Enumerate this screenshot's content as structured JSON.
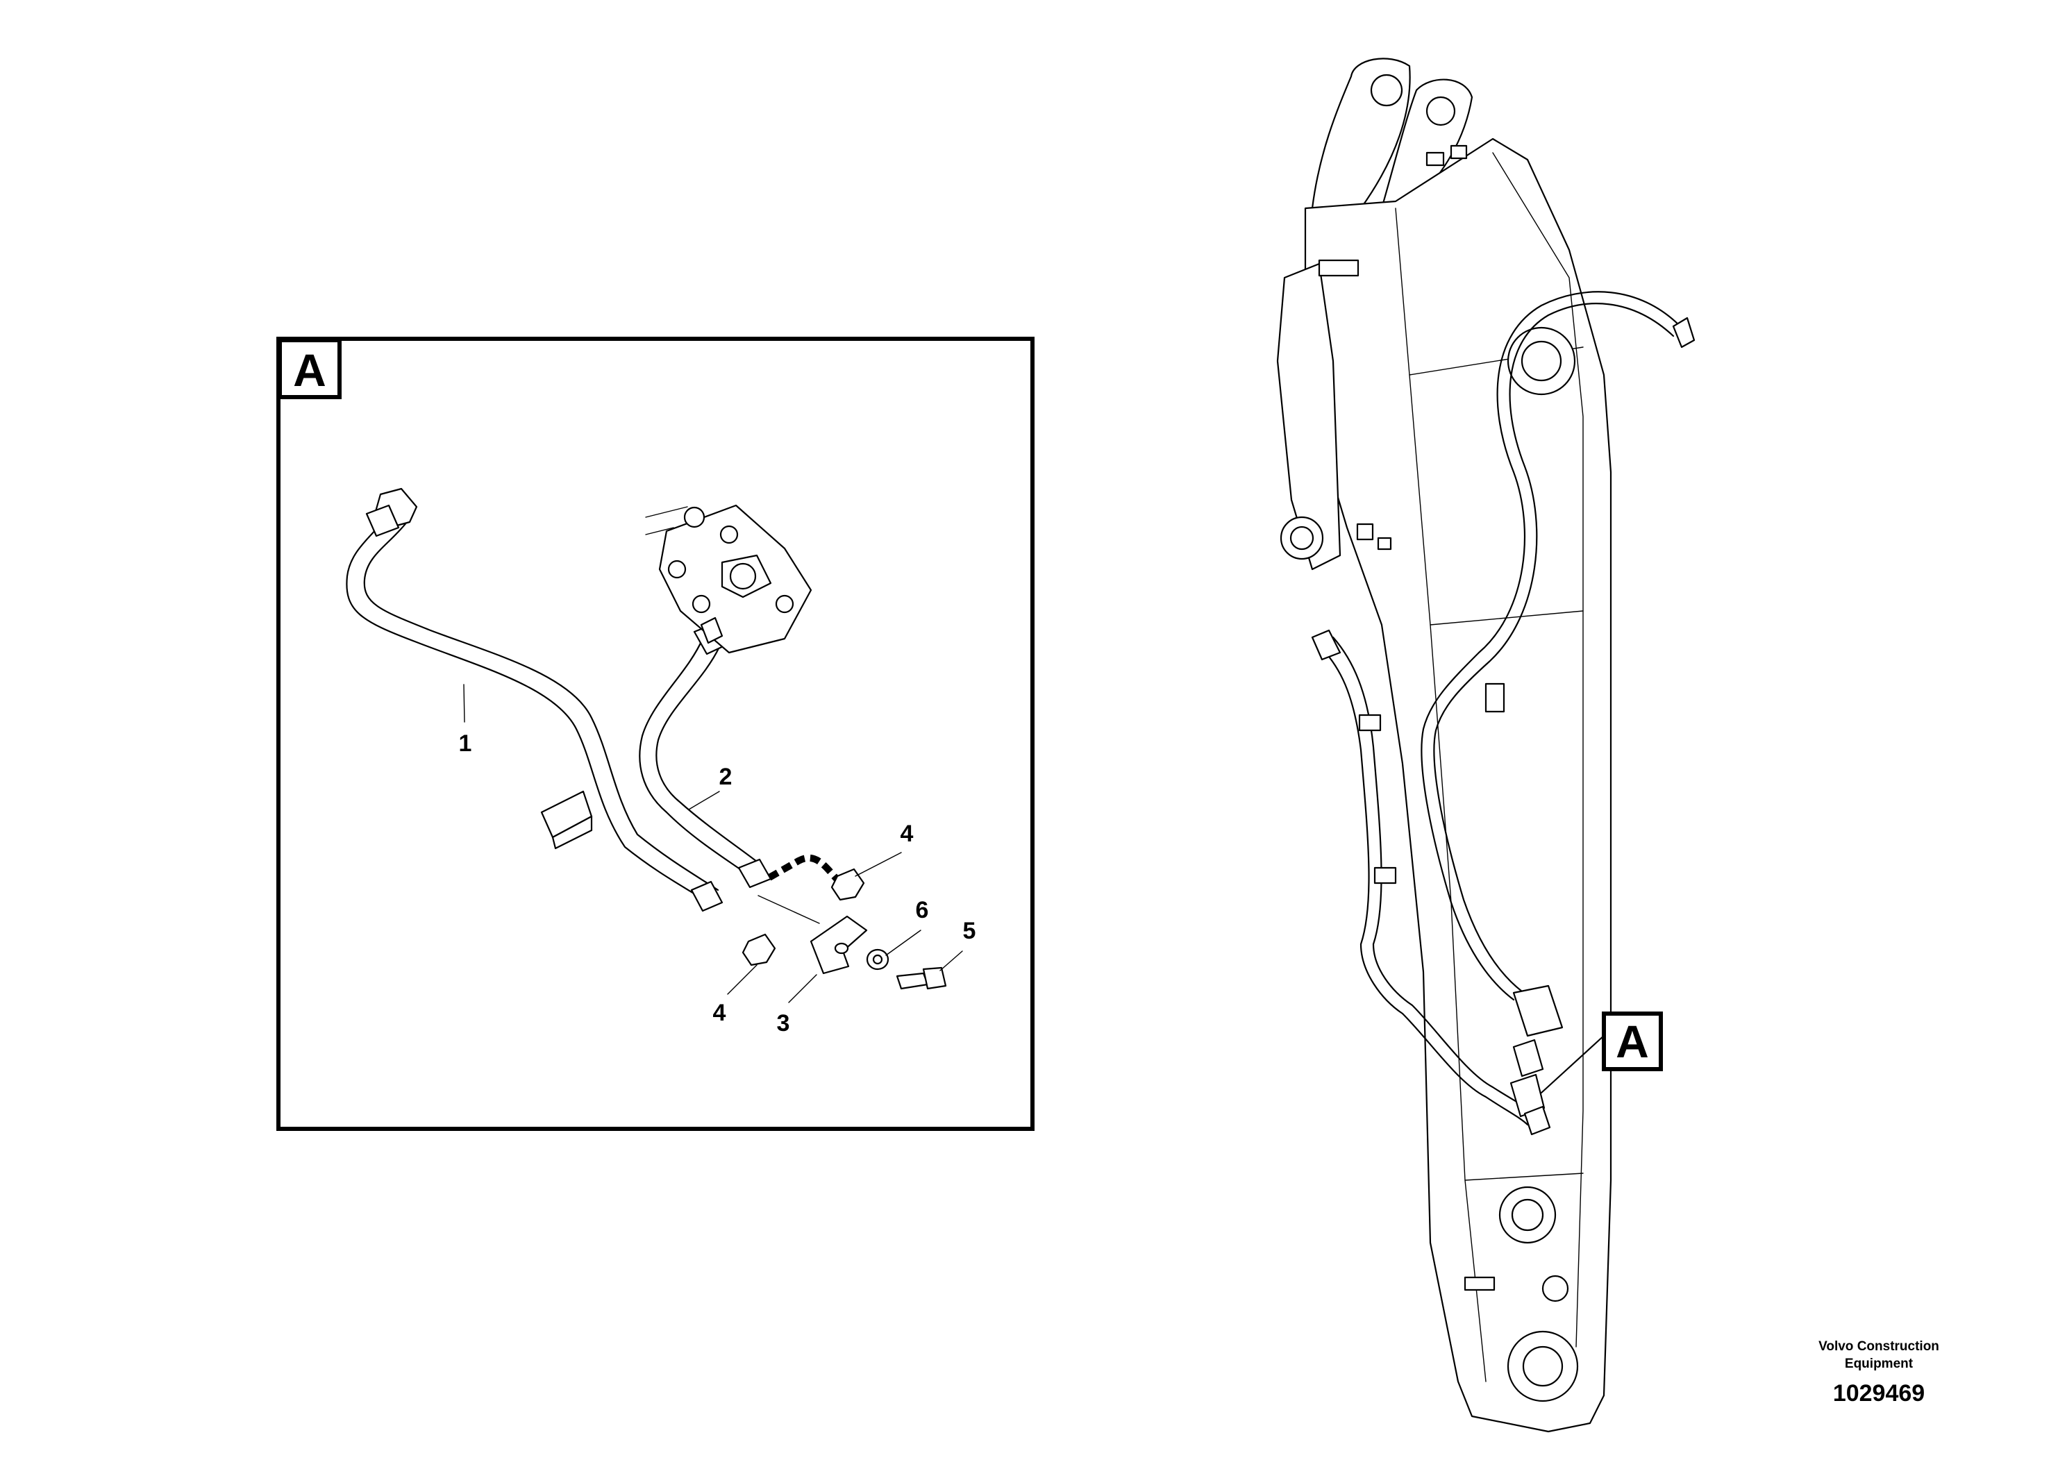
{
  "detail_view": {
    "label": "A",
    "callouts": [
      "1",
      "2",
      "3",
      "4",
      "4",
      "5",
      "6"
    ]
  },
  "overview": {
    "detail_marker": "A"
  },
  "credit": {
    "line1": "Volvo Construction",
    "line2": "Equipment",
    "number": "1029469"
  }
}
